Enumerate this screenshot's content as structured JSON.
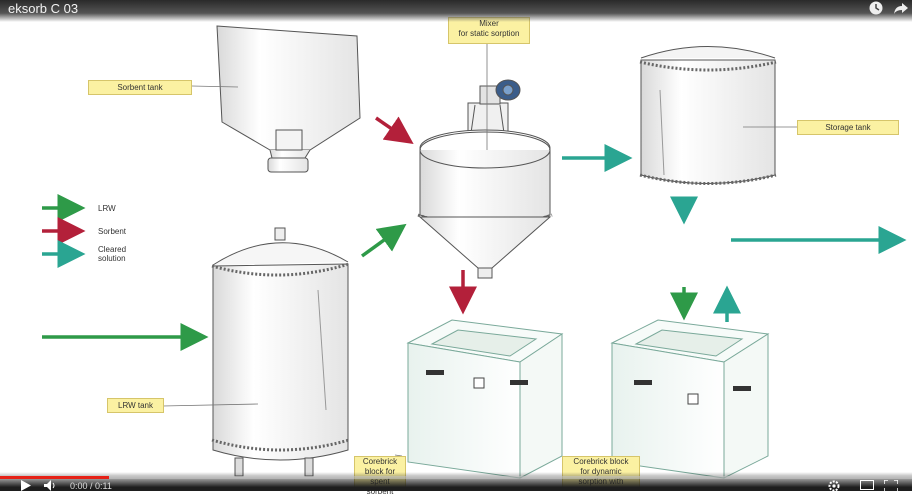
{
  "video": {
    "title": "eksorb C 03",
    "time_text": "0:00 / 0:11",
    "progress": 0.12
  },
  "icons": {
    "watch_later": "clock-icon",
    "share": "share-icon",
    "play": "play-icon",
    "volume": "volume-icon",
    "settings": "gear-icon",
    "theater": "theater-icon",
    "fullscreen": "fullscreen-icon"
  },
  "labels": {
    "sorbent_tank": "Sorbent tank",
    "mixer": "Mixer\nfor static sorption",
    "storage_tank": "Storage tank",
    "lrw_tank": "LRW tank",
    "corebrick_spent": "Corebrick\nblock for spent\nsorbent",
    "corebrick_dynamic": "Corebrick block\nfor dynamic\nsorption with"
  },
  "legend": {
    "lrw": "LRW",
    "sorbent": "Sorbent",
    "cleared": "Cleared\nsolution"
  },
  "colors": {
    "green": "#2e9a48",
    "red": "#b3203a",
    "teal": "#2aa592",
    "label_fill": "#fbf1a2"
  }
}
